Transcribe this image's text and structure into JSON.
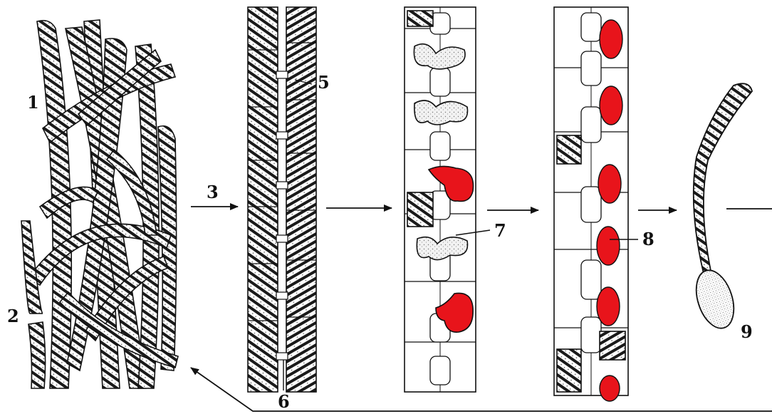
{
  "labels": {
    "l1": "1",
    "l2": "2",
    "l3": "3",
    "l5": "5",
    "l6": "6",
    "l7": "7",
    "l8": "8",
    "l9": "9"
  },
  "colors": {
    "ink": "#111111",
    "zygote_red": "#e8141b",
    "background": "#ffffff",
    "stipple": "#9a9a9a"
  },
  "icons": [
    "arrow-right-icon",
    "arrow-return-icon",
    "helical-chloroplast-pattern",
    "zygospore-icon"
  ]
}
